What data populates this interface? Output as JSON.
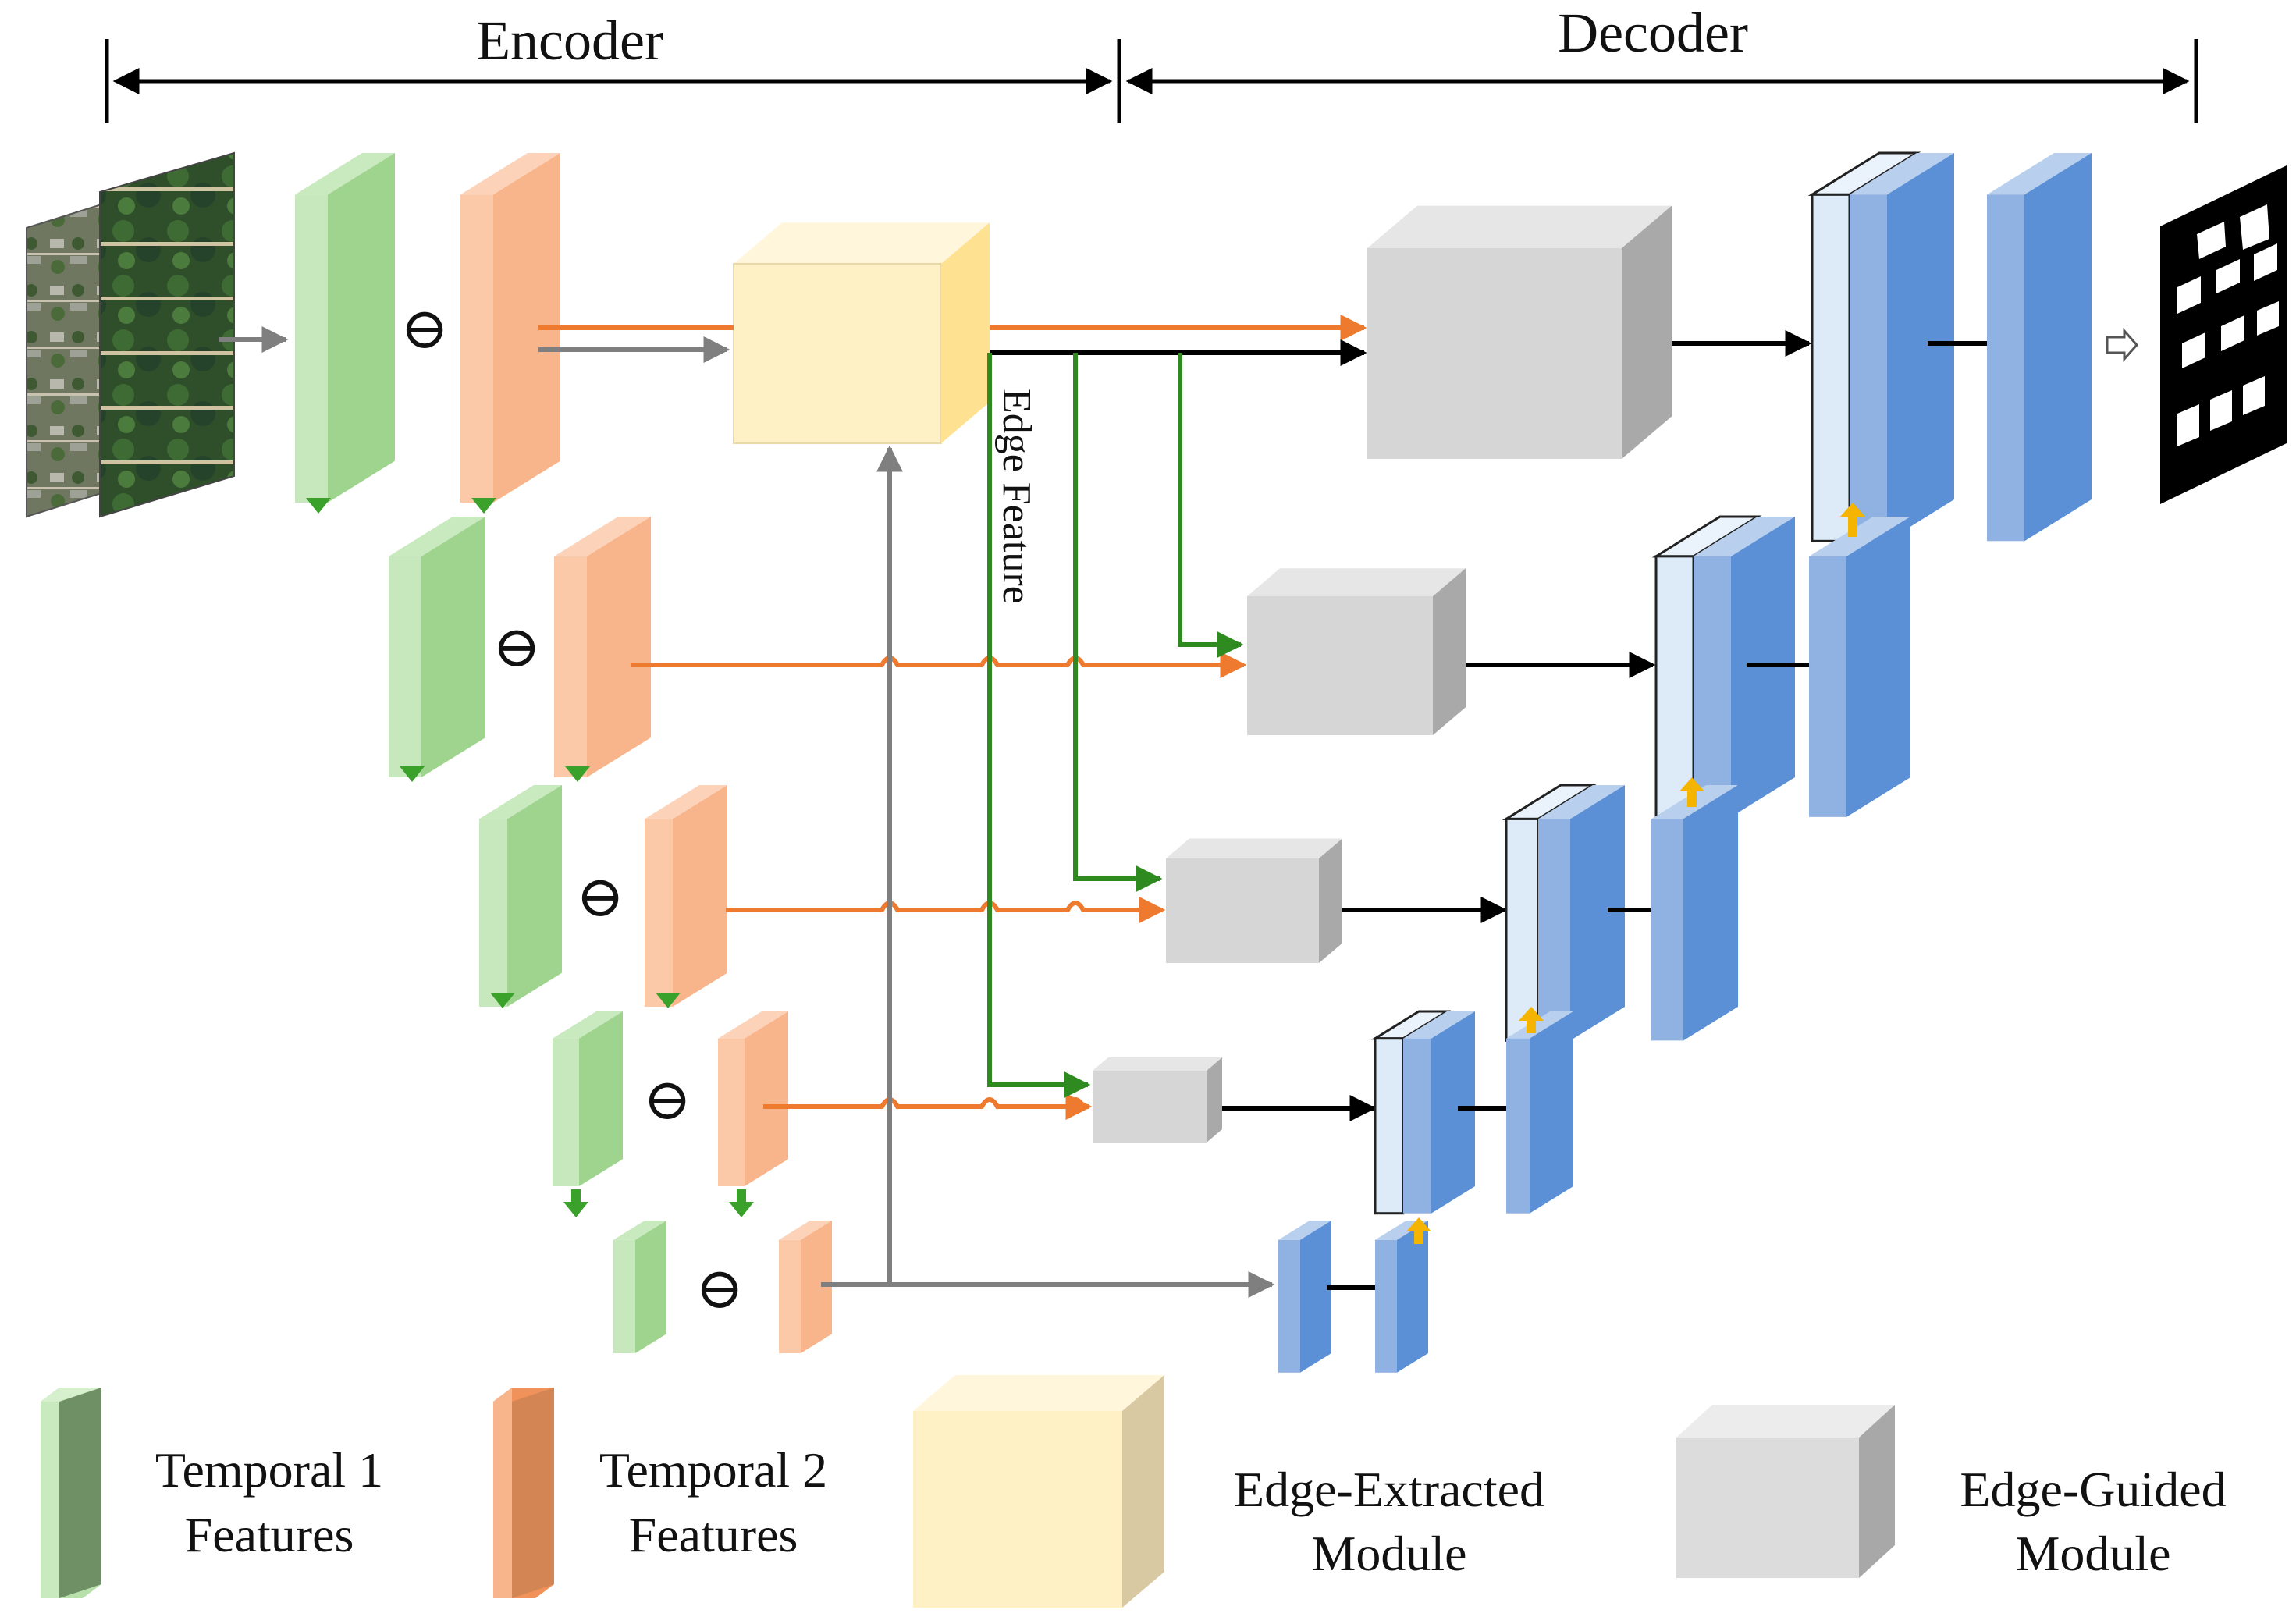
{
  "header": {
    "encoder_label": "Encoder",
    "decoder_label": "Decoder"
  },
  "diagram": {
    "edge_feature_label": "Edge Feature",
    "difference_symbol": "⊖",
    "levels": 5
  },
  "legend": {
    "temporal1": {
      "line1": "Temporal 1",
      "line2": "Features"
    },
    "temporal2": {
      "line1": "Temporal 2",
      "line2": "Features"
    },
    "edge_extracted": {
      "line1": "Edge-Extracted",
      "line2": "Module"
    },
    "edge_guided": {
      "line1": "Edge-Guided",
      "line2": "Module"
    }
  },
  "colors": {
    "green_front": "#9fd48f",
    "green_side": "#6fbf62",
    "green_top": "#c9e9bf",
    "orange_front": "#f8b48a",
    "orange_side": "#f0925a",
    "orange_top": "#fcd3b8",
    "yellow_front": "#fff1c6",
    "yellow_side": "#ffe291",
    "yellow_top": "#fff6dc",
    "gray_front": "#d6d6d6",
    "gray_side": "#a9a9a9",
    "gray_top": "#e6e6e6",
    "blue_front": "#5b8fd6",
    "blue_mid": "#8fb2e3",
    "blue_light": "#dcebf7",
    "blue_side": "#3f72c0",
    "arrow_orange": "#ee7a2f",
    "arrow_green": "#2f8a1f",
    "arrow_gray": "#7f7f7f",
    "arrow_black": "#000000",
    "arrow_yellow": "#f5b400"
  },
  "icons": {
    "input_images": "satellite-image-pair-icon",
    "output_map": "change-map-icon",
    "output_arrow": "hollow-arrow-icon"
  }
}
